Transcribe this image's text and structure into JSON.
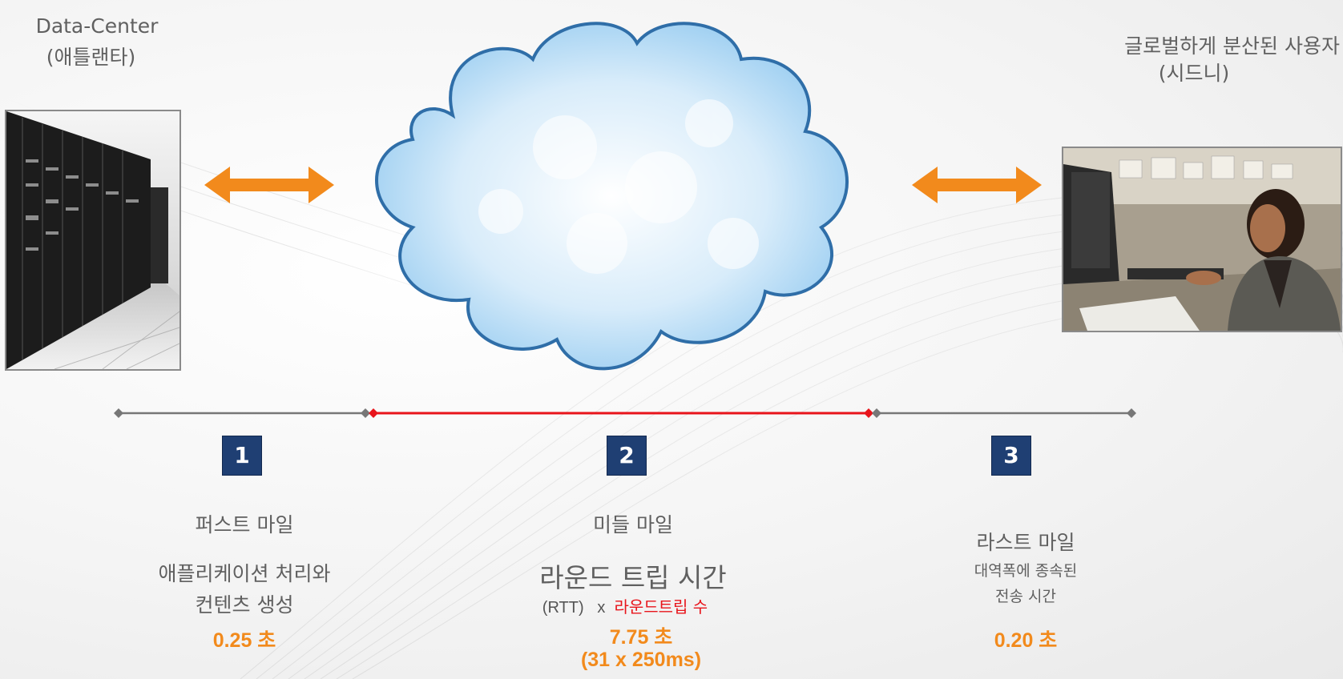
{
  "left": {
    "title": "Data-Center",
    "subtitle": "(애틀랜타)",
    "photo_icon": "server-room-photo"
  },
  "right": {
    "title": "글로벌하게 분산된 사용자",
    "subtitle": "(시드니)",
    "photo_icon": "office-worker-photo"
  },
  "cloud_icon": "internet-cloud",
  "segments": [
    {
      "badge": "1",
      "heading": "퍼스트 마일",
      "desc_line1": "애플리케이션 처리와",
      "desc_line2": "컨텐츠 생성",
      "time": "0.25 초"
    },
    {
      "badge": "2",
      "heading": "미들 마일",
      "desc_line1": "라운드 트립 시간",
      "desc_rtt": "(RTT)",
      "desc_x": "x",
      "desc_rt_count": "라운드트립 수",
      "time": "7.75 초",
      "time_detail": "(31 x 250ms)"
    },
    {
      "badge": "3",
      "heading": "라스트 마일",
      "desc_line1": "대역폭에 종속된",
      "desc_line2": "전송 시간",
      "time": "0.20 초"
    }
  ],
  "colors": {
    "accent_orange": "#f28a1c",
    "highlight_red": "#e8141b",
    "badge_blue": "#1f3f73",
    "line_gray": "#777777"
  }
}
